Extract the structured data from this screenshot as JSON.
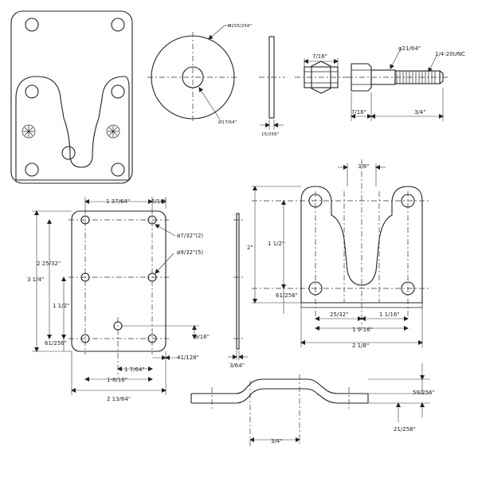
{
  "views": {
    "plate_top": {
      "name": "plate-top-view"
    },
    "washer": {
      "dia": "Ø255/256\"",
      "hole": "Ø17/64\"",
      "thickness": "15/256\""
    },
    "nut": {
      "width": "7/16\""
    },
    "bolt": {
      "shank_dia": "φ21/64\"",
      "thread": "1/4-20UNC",
      "head": "7/16\"",
      "length": "3/4\""
    },
    "plate_holes": {
      "dims": {
        "w1": "1 37/64\"",
        "w2": "5/16\"",
        "hole_a": "ø7/32\"(2)",
        "hole_b": "ø9/32\"(5)",
        "h1": "2 25/32\"",
        "h2": "3 1/4\"",
        "h3": "1 1/2\"",
        "h4": "61/256\"",
        "h5": "9/16\"",
        "d1": "41/128\"",
        "d2": "1 7/64\"",
        "d3": "1-8/16\"",
        "d4": "2 13/64\""
      }
    },
    "side_thin": {
      "thickness": "3/64\""
    },
    "slot_plate": {
      "dims": {
        "slot": "3/8\"",
        "h_total": "2\"",
        "h_mid": "1 1/2\"",
        "h_bottom": "61/256\"",
        "w_a": "25/32\"",
        "w_b": "1 1/16\"",
        "w_c": "1 9-16\"",
        "w_d": "2 1/8\""
      }
    },
    "bent_side": {
      "offset_a": "59/256\"",
      "offset_b": "21/256\"",
      "len": "3/4\""
    }
  }
}
